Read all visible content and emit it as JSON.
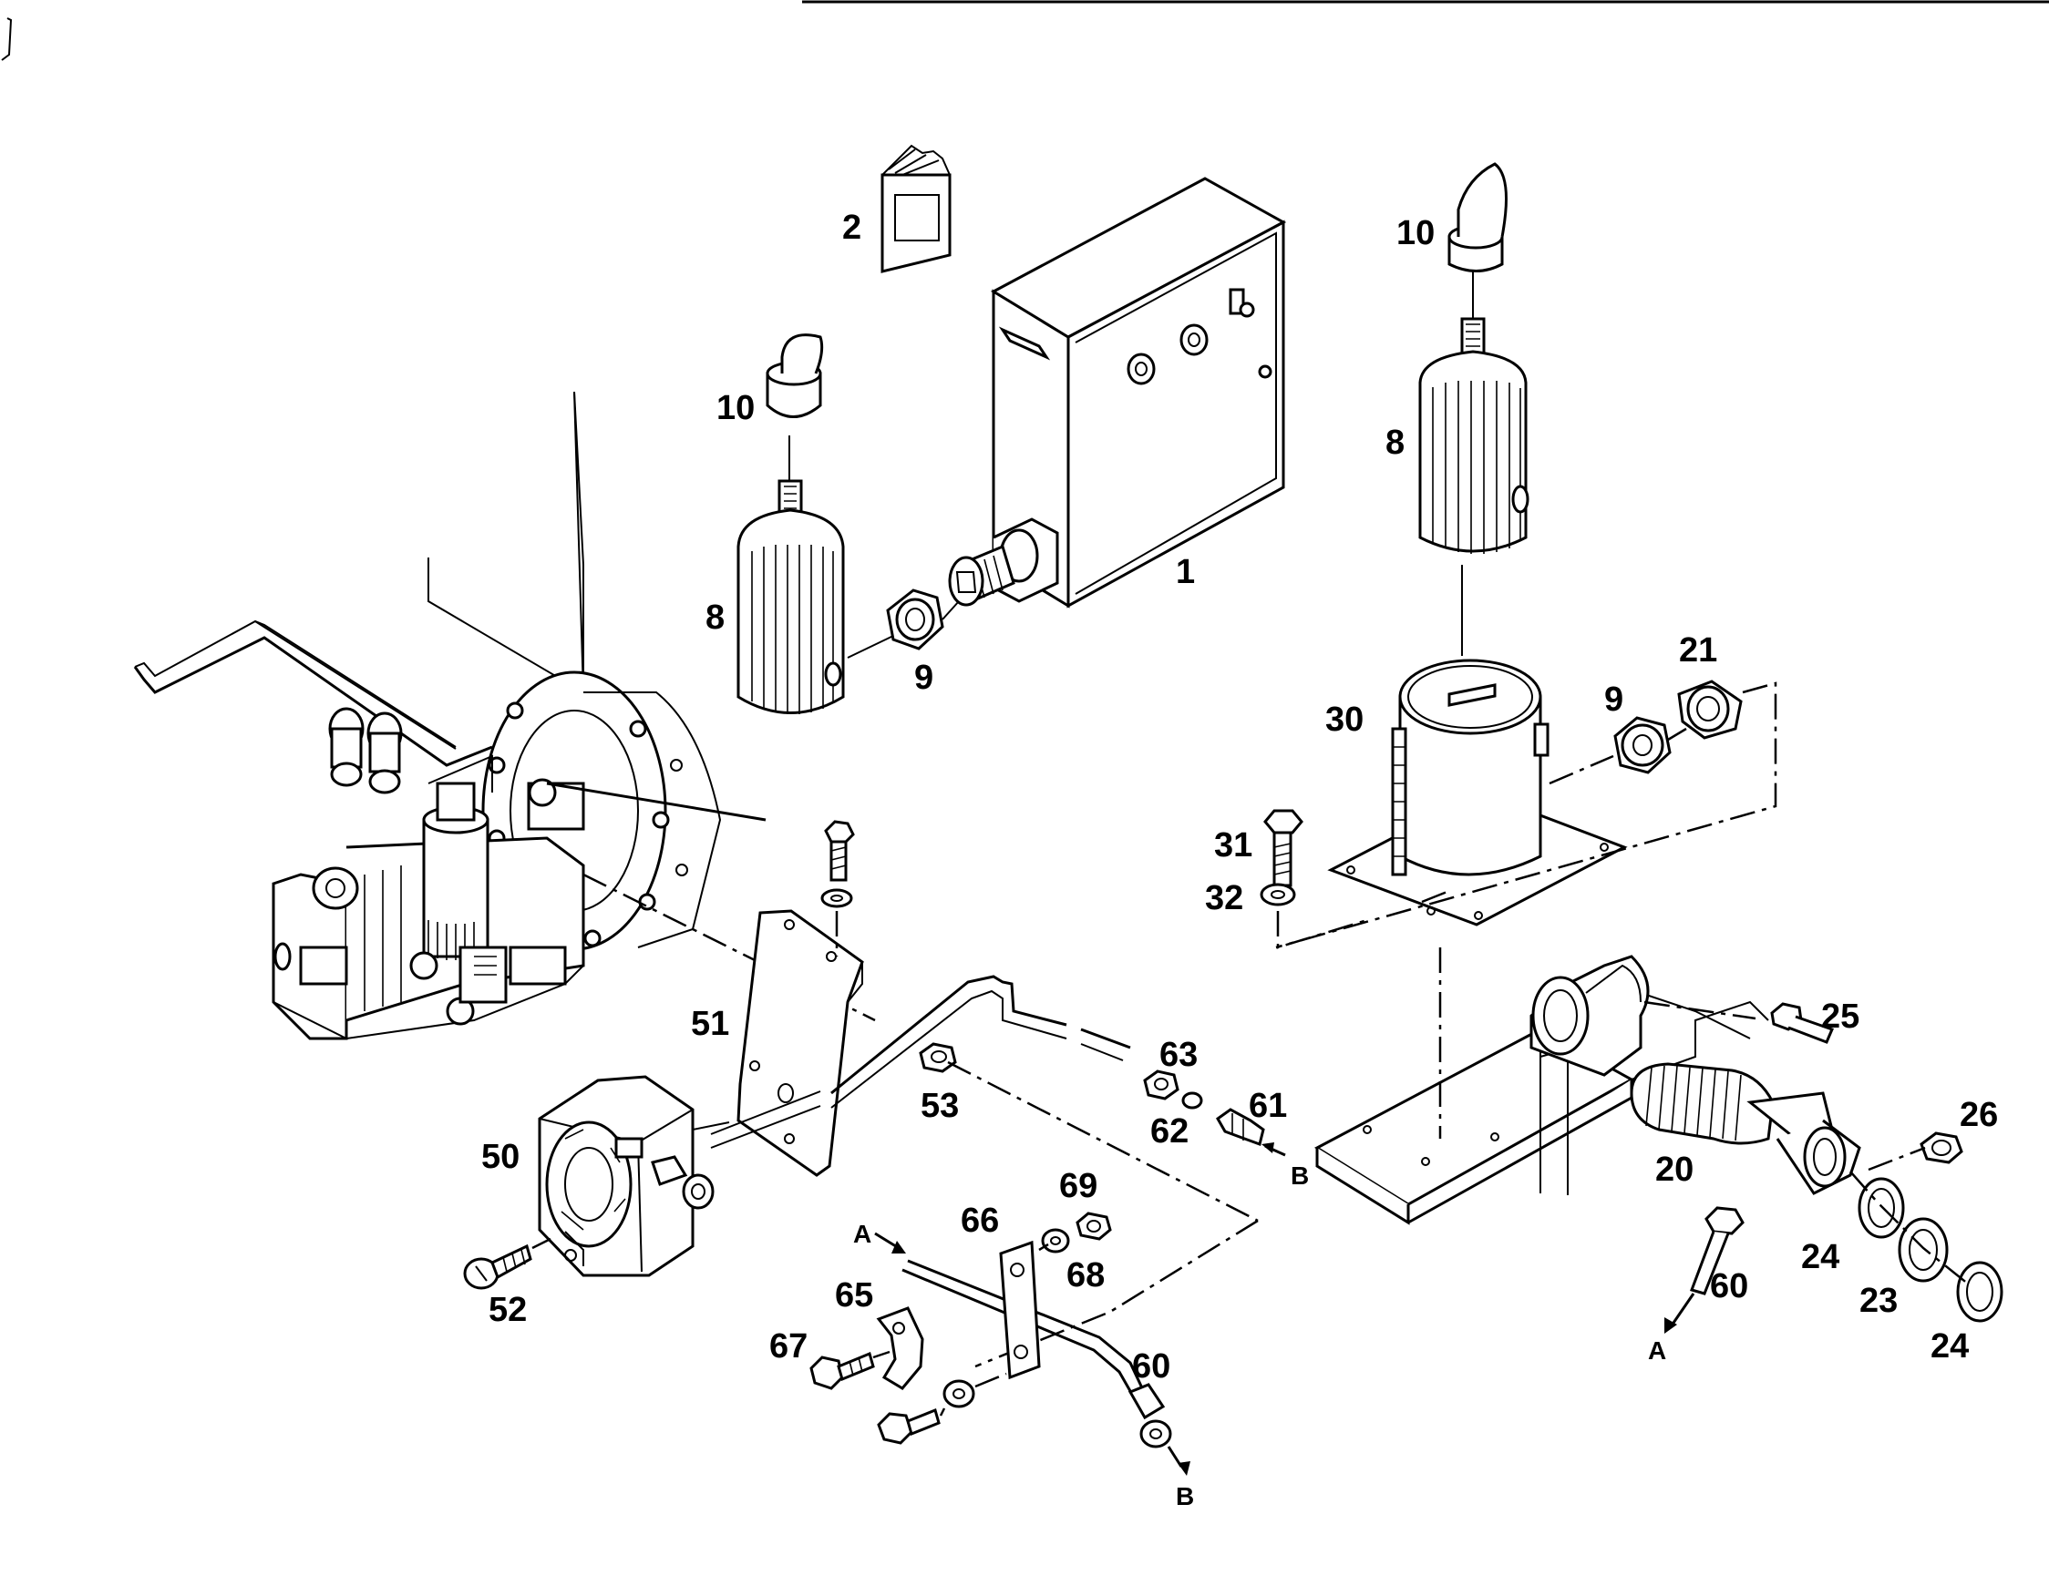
{
  "diagram": {
    "callouts": {
      "c1": "1",
      "c2": "2",
      "c10_left": "10",
      "c10_right": "10",
      "c8_left": "8",
      "c8_right": "8",
      "c9_left": "9",
      "c9_right": "9",
      "c21": "21",
      "c30": "30",
      "c31": "31",
      "c32": "32",
      "c25": "25",
      "c26": "26",
      "c20": "20",
      "c24_upper": "24",
      "c23": "23",
      "c24_lower": "24",
      "c60_right": "60",
      "c60_lower": "60",
      "c51": "51",
      "c53": "53",
      "c63": "63",
      "c62": "62",
      "c61": "61",
      "c50": "50",
      "c52": "52",
      "c66": "66",
      "c69": "69",
      "c68": "68",
      "c65": "65",
      "c67": "67"
    },
    "arrows": {
      "a_left": "A",
      "a_bottom": "A",
      "b_right": "B",
      "b_bottom": "B"
    }
  }
}
